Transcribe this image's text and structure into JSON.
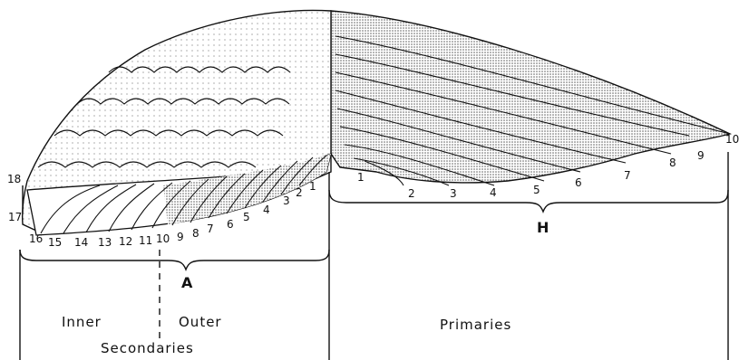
{
  "labels": {
    "A": "A",
    "H": "H",
    "inner": "Inner",
    "outer": "Outer",
    "primaries": "Primaries",
    "secondaries": "Secondaries"
  },
  "primary_numbers": [
    "1",
    "2",
    "3",
    "4",
    "5",
    "6",
    "7",
    "8",
    "9",
    "10"
  ],
  "secondary_outer_numbers": [
    "1",
    "2",
    "3",
    "4",
    "5",
    "6",
    "7",
    "8",
    "9",
    "10"
  ],
  "secondary_inner_numbers": [
    "11",
    "12",
    "13",
    "14",
    "15",
    "16",
    "17",
    "18"
  ],
  "colors": {
    "ink": "#111111",
    "stipple": "#9a9a9a",
    "paper": "#ffffff"
  }
}
